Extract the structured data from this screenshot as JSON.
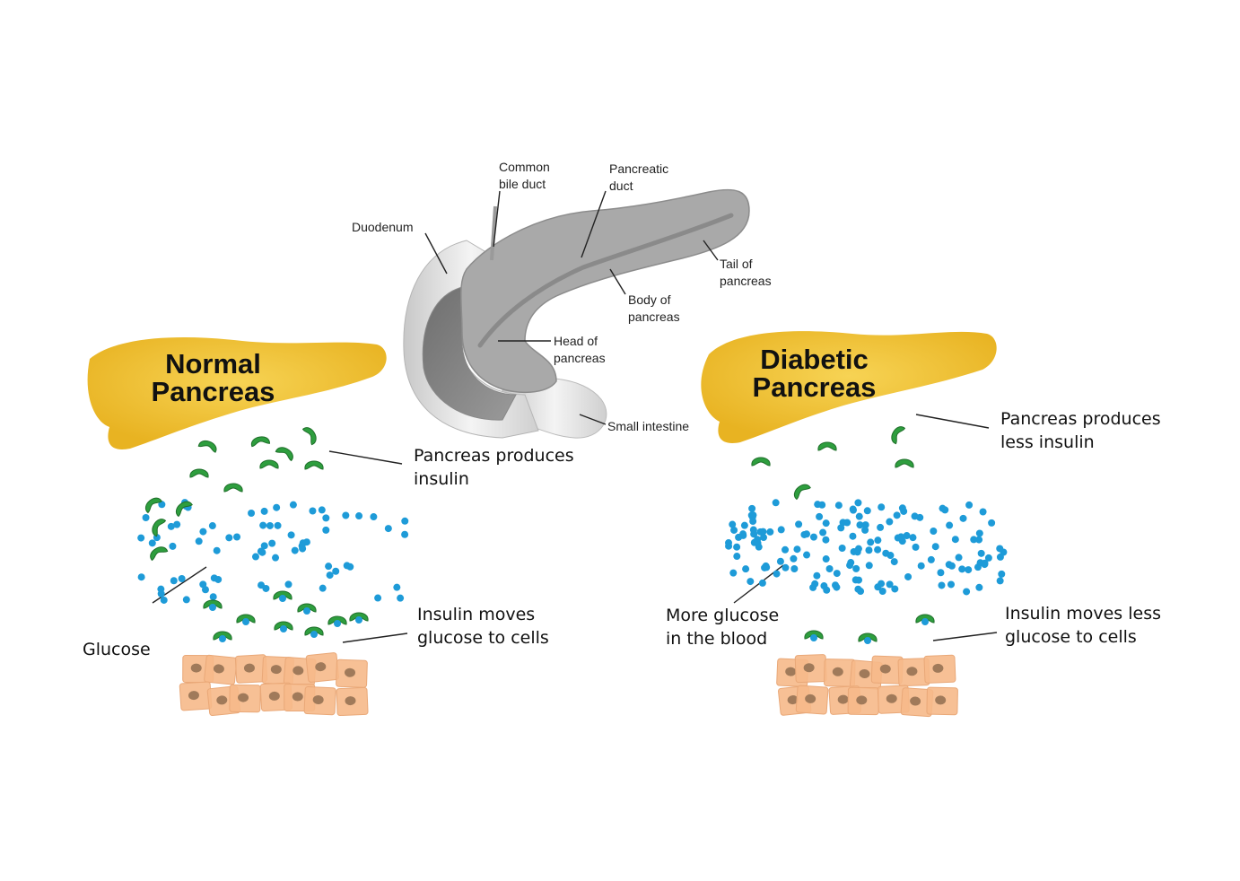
{
  "colors": {
    "pancreas_fill": "#F2C230",
    "insulin": "#2E9E3E",
    "glucose": "#1E9BD8",
    "cell_fill": "#F6B98A",
    "cell_nucleus": "#A07A5A",
    "anatomy_gray": "#A6A6A6"
  },
  "anatomy": {
    "labels": {
      "common_bile_duct": "Common\nbile duct",
      "pancreatic_duct": "Pancreatic\nduct",
      "duodenum": "Duodenum",
      "tail": "Tail of\npancreas",
      "body": "Body of\npancreas",
      "head": "Head of\npancreas",
      "small_intestine": "Small intestine"
    }
  },
  "normal": {
    "title": "Normal\nPancreas",
    "produces": "Pancreas produces\ninsulin",
    "glucose": "Glucose",
    "moves": "Insulin moves\nglucose to cells"
  },
  "diabetic": {
    "title": "Diabetic\nPancreas",
    "produces": "Pancreas produces\nless insulin",
    "more_glucose": "More glucose\nin the blood",
    "moves": "Insulin moves less\nglucose to cells"
  }
}
